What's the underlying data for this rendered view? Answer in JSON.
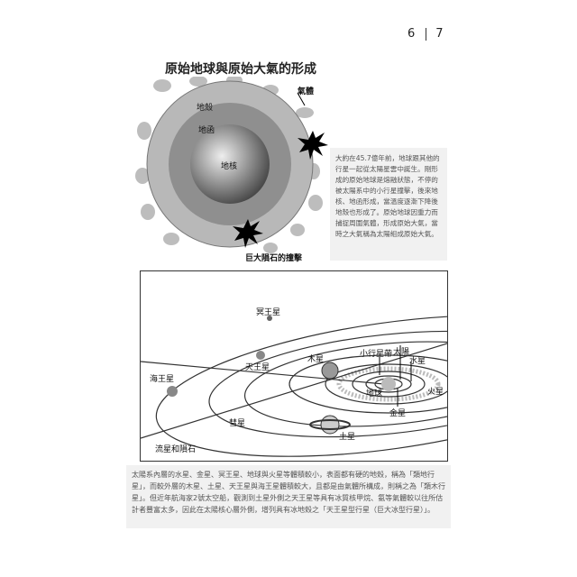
{
  "page_numbers": {
    "left": "6",
    "right": "7"
  },
  "earth_figure": {
    "title": "原始地球與原始大氣的形成",
    "labels": {
      "crust": "地殼",
      "mantle": "地函",
      "core": "地核",
      "gas": "氣體",
      "impact": "巨大隕石的撞擊"
    },
    "caption": "大約在45.7億年前，地球跟其他的行星一起從太陽星雲中誕生。剛形成的原始地球是熔融狀態，不停的被太陽系中的小行星撞擊，後來地核、地函形成，當溫度逐漸下降後地殼也形成了。原始地球因重力而捕捉周圍氣體，形成原始大氣，當時之大氣稱為太陽組成原始大氣。"
  },
  "solar_system": {
    "labels": {
      "pluto": "冥王星",
      "uranus": "天王星",
      "neptune": "海王星",
      "jupiter": "木星",
      "asteroid_belt": "小行星帶",
      "sun": "太陽",
      "mercury": "水星",
      "earth": "地球",
      "mars": "火星",
      "venus": "金星",
      "comet": "彗星",
      "saturn": "土星",
      "meteors": "流星和隕石"
    }
  },
  "body_text": "太陽系內層的水星、金星、冥王星、地球與火星等體積較小，表面都有硬的地殼，稱為「類地行星」，而較外層的木星、土星、天王星與海王星體積較大，且都是由氣體所構成，則稱之為「類木行星」。但近年航海家2號太空船，觀測到土星外側之天王星等具有冰質核甲烷、氨等氣體較以往所估計者豐富太多，因此在太陽核心層外側，增列具有冰地殼之「天王星型行星（巨大冰型行星）」。"
}
